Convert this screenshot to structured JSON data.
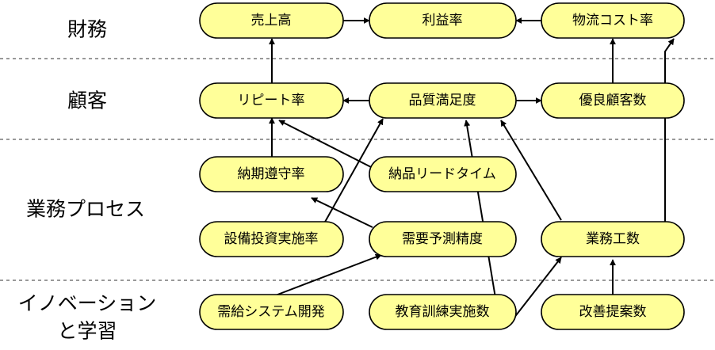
{
  "colors": {
    "node_fill": "#ffff99",
    "node_stroke": "#000000",
    "divider": "#999999",
    "edge": "#000000"
  },
  "sections": [
    {
      "id": "finance",
      "label": "財務"
    },
    {
      "id": "customer",
      "label": "顧客"
    },
    {
      "id": "process",
      "label": "業務プロセス"
    },
    {
      "id": "learning",
      "label_line1": "イノベーション",
      "label_line2": "と学習"
    }
  ],
  "nodes": {
    "sales": "売上高",
    "profit_rate": "利益率",
    "logistics_cost_rate": "物流コスト率",
    "repeat_rate": "リピート率",
    "quality_satisfaction": "品質満足度",
    "good_customers": "優良顧客数",
    "delivery_compliance": "納期遵守率",
    "delivery_lead_time": "納品リードタイム",
    "capex_rate": "設備投資実施率",
    "demand_forecast_accuracy": "需要予測精度",
    "work_hours": "業務工数",
    "supply_demand_system": "需給システム開発",
    "training_count": "教育訓練実施数",
    "improvement_proposals": "改善提案数"
  },
  "edges": [
    {
      "from": "sales",
      "to": "profit_rate"
    },
    {
      "from": "logistics_cost_rate",
      "to": "profit_rate"
    },
    {
      "from": "repeat_rate",
      "to": "sales"
    },
    {
      "from": "quality_satisfaction",
      "to": "repeat_rate"
    },
    {
      "from": "quality_satisfaction",
      "to": "good_customers"
    },
    {
      "from": "good_customers",
      "to": "logistics_cost_rate"
    },
    {
      "from": "work_hours",
      "to": "logistics_cost_rate"
    },
    {
      "from": "delivery_compliance",
      "to": "repeat_rate"
    },
    {
      "from": "delivery_lead_time",
      "to": "repeat_rate"
    },
    {
      "from": "capex_rate",
      "to": "quality_satisfaction"
    },
    {
      "from": "demand_forecast_accuracy",
      "to": "delivery_compliance"
    },
    {
      "from": "training_count",
      "to": "quality_satisfaction"
    },
    {
      "from": "work_hours",
      "to": "quality_satisfaction"
    },
    {
      "from": "supply_demand_system",
      "to": "demand_forecast_accuracy"
    },
    {
      "from": "training_count",
      "to": "work_hours"
    },
    {
      "from": "improvement_proposals",
      "to": "work_hours"
    }
  ]
}
